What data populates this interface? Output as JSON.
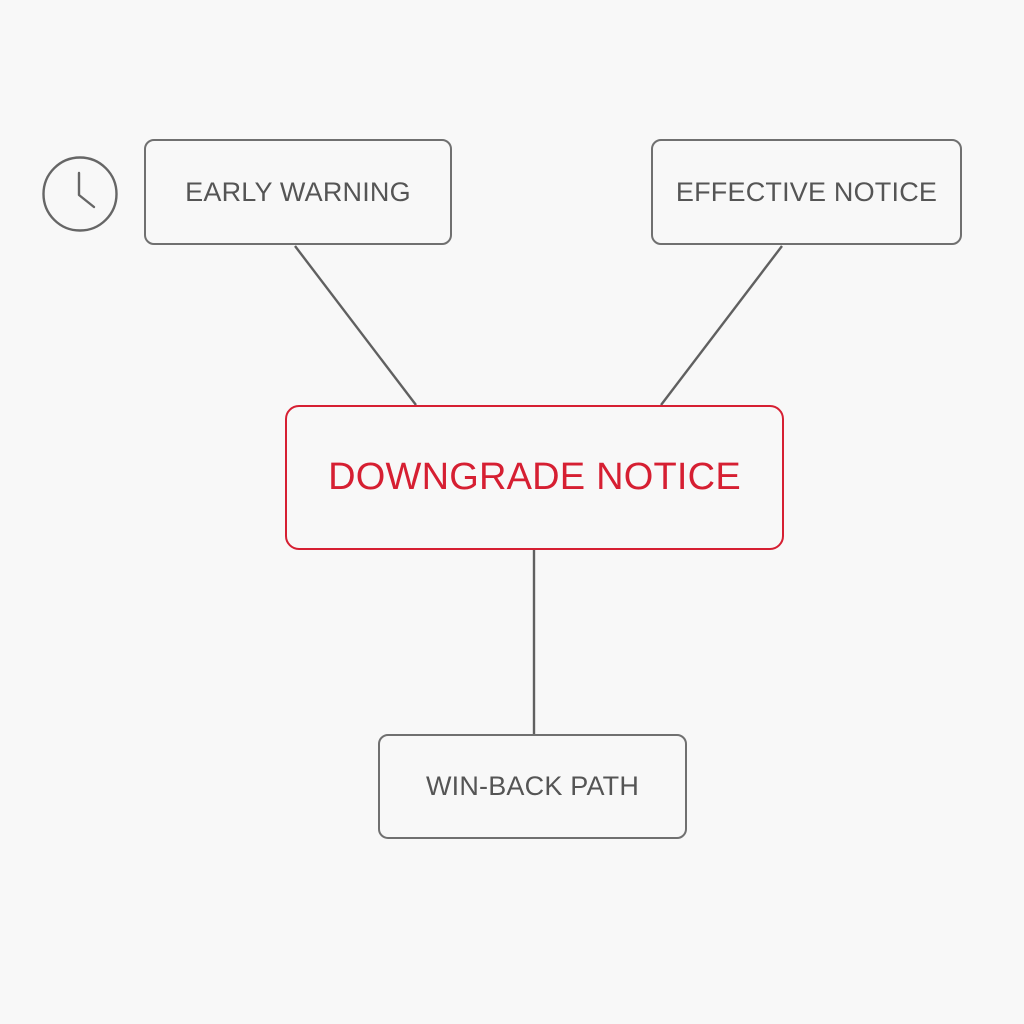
{
  "diagram": {
    "center_node": {
      "label": "DOWNGRADE NOTICE"
    },
    "top_left_node": {
      "label": "EARLY WARNING"
    },
    "top_right_node": {
      "label": "EFFECTIVE NOTICE"
    },
    "bottom_node": {
      "label": "WIN-BACK PATH"
    },
    "icons": {
      "early_warning_icon": "clock-icon"
    },
    "colors": {
      "accent": "#d61f32",
      "node_border": "#707070",
      "node_text": "#555555",
      "connector": "#606060",
      "background": "#f8f8f8"
    }
  }
}
